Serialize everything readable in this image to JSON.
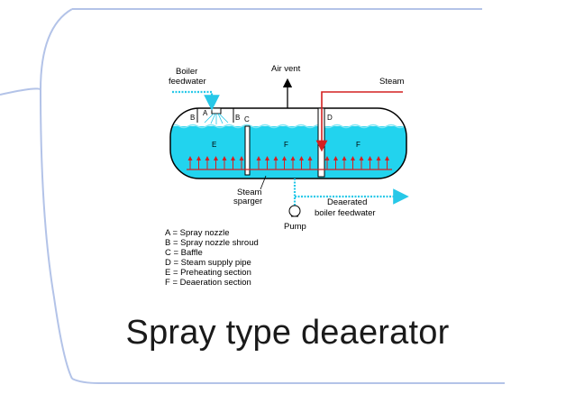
{
  "slide": {
    "title": "Spray type deaerator",
    "colors": {
      "frame_line": "#b3c3e8",
      "water": "#22d3ee",
      "steam_arrow": "#d42020",
      "feed_arrow": "#27c8e8",
      "vessel_stroke": "#000000"
    }
  },
  "diagram": {
    "labels": {
      "boiler_feedwater_1": "Boiler",
      "boiler_feedwater_2": "feedwater",
      "air_vent": "Air vent",
      "steam": "Steam",
      "steam_sparger_1": "Steam",
      "steam_sparger_2": "sparger",
      "pump": "Pump",
      "deaerated_1": "Deaerated",
      "deaerated_2": "boiler feedwater",
      "A": "A",
      "B_left": "B",
      "B_right": "B",
      "C": "C",
      "D": "D",
      "E": "E",
      "F_mid": "F",
      "F_right": "F"
    },
    "legend": [
      "A = Spray nozzle",
      "B = Spray nozzle shroud",
      "C = Baffle",
      "D = Steam supply pipe",
      "E = Preheating section",
      "F = Deaeration section"
    ]
  }
}
